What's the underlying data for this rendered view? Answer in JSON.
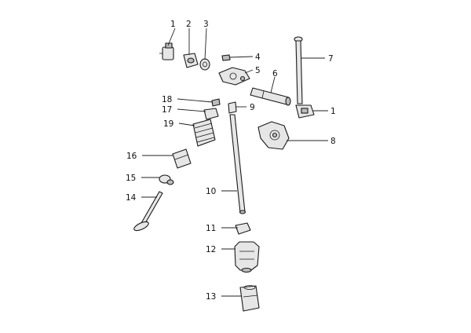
{
  "callouts": {
    "c1_top": "1",
    "c2": "2",
    "c3": "3",
    "c4": "4",
    "c5": "5",
    "c6": "6",
    "c7": "7",
    "c1_right": "1",
    "c8": "8",
    "c9": "9",
    "c10": "10",
    "c11": "11",
    "c12": "12",
    "c13": "13",
    "c14": "14",
    "c15": "15",
    "c16": "16",
    "c17": "17",
    "c18": "18",
    "c19": "19"
  }
}
